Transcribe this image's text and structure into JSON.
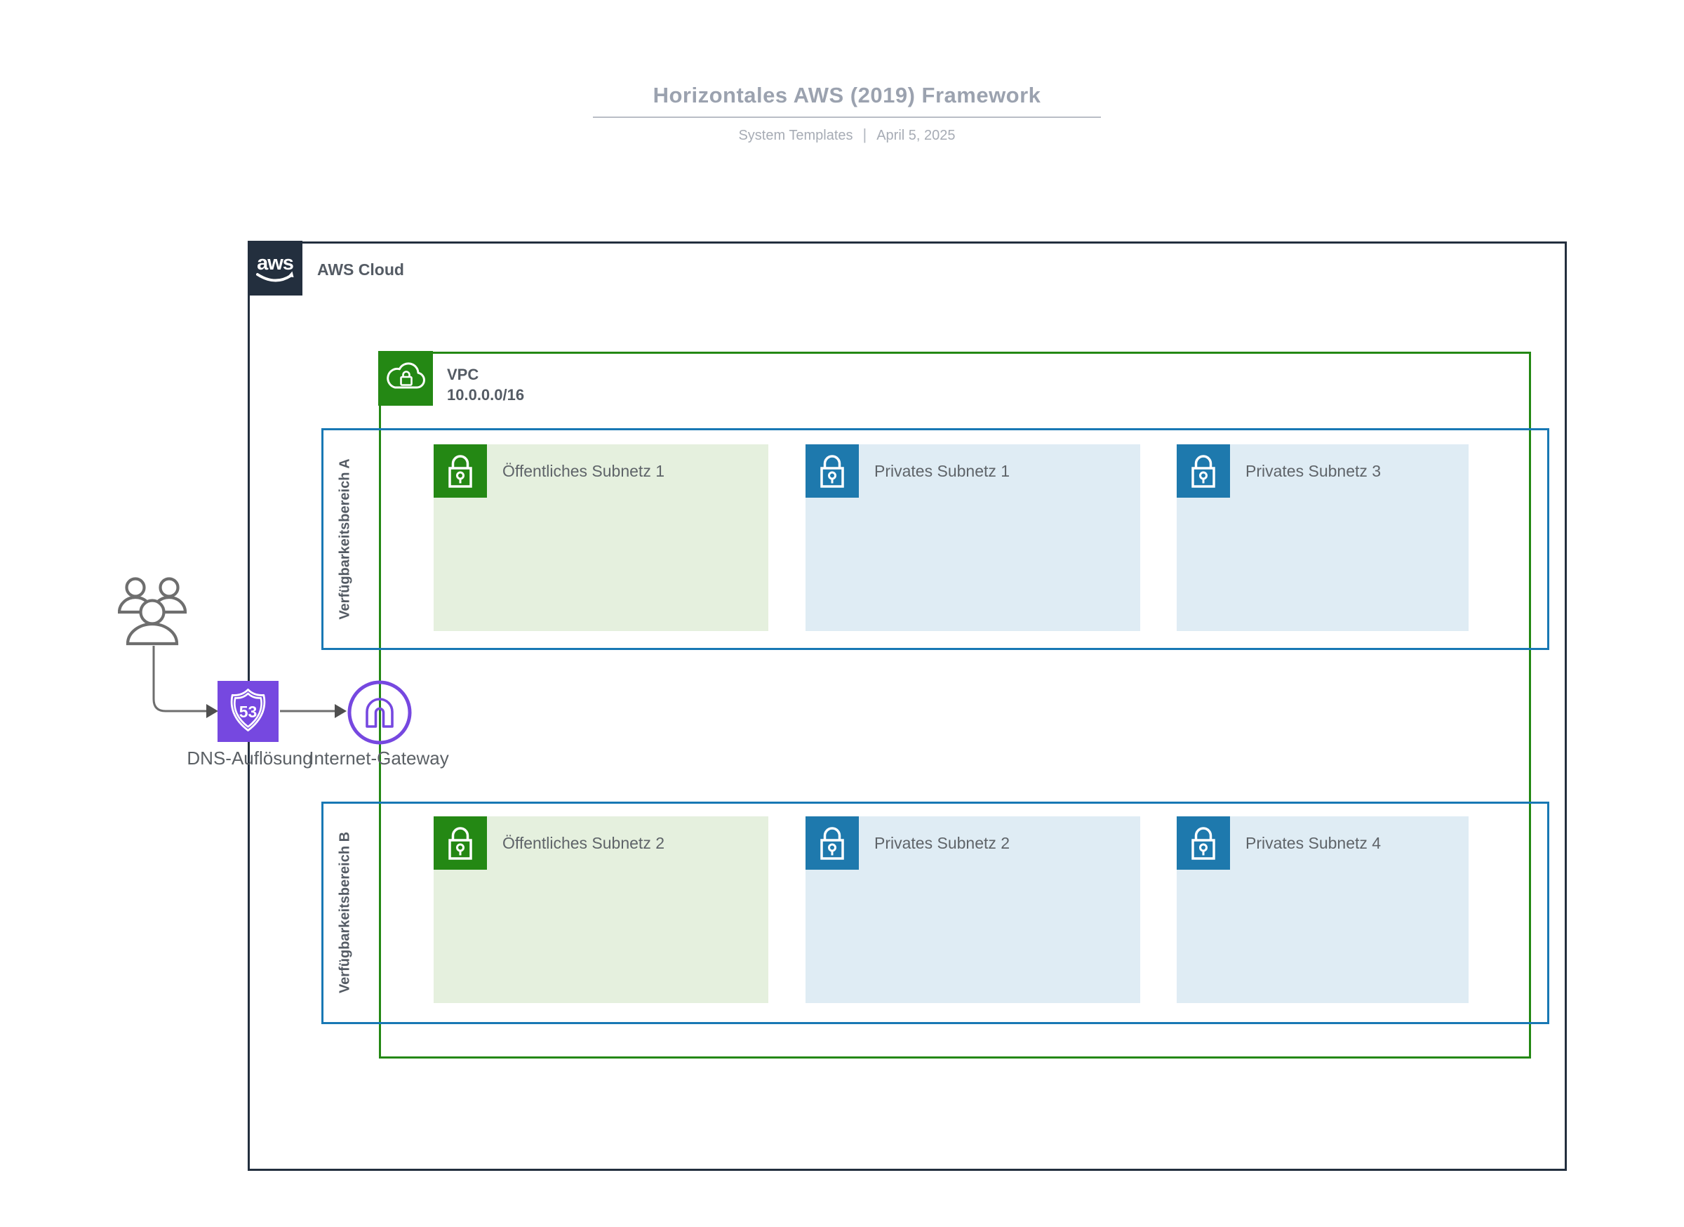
{
  "header": {
    "title": "Horizontales AWS (2019) Framework",
    "meta_left": "System Templates",
    "meta_separator": "|",
    "meta_right": "April 5, 2025"
  },
  "aws_cloud": {
    "logo_text": "aws",
    "label": "AWS Cloud"
  },
  "vpc": {
    "label": "VPC",
    "cidr": "10.0.0.0/16"
  },
  "availability_zones": [
    {
      "label": "Verfügbarkeitsbereich A"
    },
    {
      "label": "Verfügbarkeitsbereich B"
    }
  ],
  "subnets": [
    {
      "label": "Öffentliches Subnetz 1",
      "type": "public",
      "zone": "A"
    },
    {
      "label": "Privates Subnetz 1",
      "type": "private",
      "zone": "A"
    },
    {
      "label": "Privates Subnetz 3",
      "type": "private",
      "zone": "A"
    },
    {
      "label": "Öffentliches Subnetz 2",
      "type": "public",
      "zone": "B"
    },
    {
      "label": "Privates Subnetz 2",
      "type": "private",
      "zone": "B"
    },
    {
      "label": "Privates Subnetz 4",
      "type": "private",
      "zone": "B"
    }
  ],
  "edge_nodes": {
    "users": {
      "icon": "users-icon"
    },
    "dns": {
      "label": "DNS-Auflösung",
      "badge_text": "53",
      "icon": "route53-icon"
    },
    "internet_gateway": {
      "label": "Internet-Gateway",
      "icon": "internet-gateway-icon"
    }
  },
  "colors": {
    "aws_dark": "#232F3E",
    "vpc_green": "#248814",
    "public_subnet_fill": "#E5F0DE",
    "az_blue": "#1878B4",
    "private_icon_blue": "#1E79AD",
    "private_subnet_fill": "#DFECF4",
    "route53_purple": "#7648E0",
    "label_gray": "#545B64",
    "title_gray": "#9BA2AF",
    "arrow_gray": "#6E6E6E"
  }
}
